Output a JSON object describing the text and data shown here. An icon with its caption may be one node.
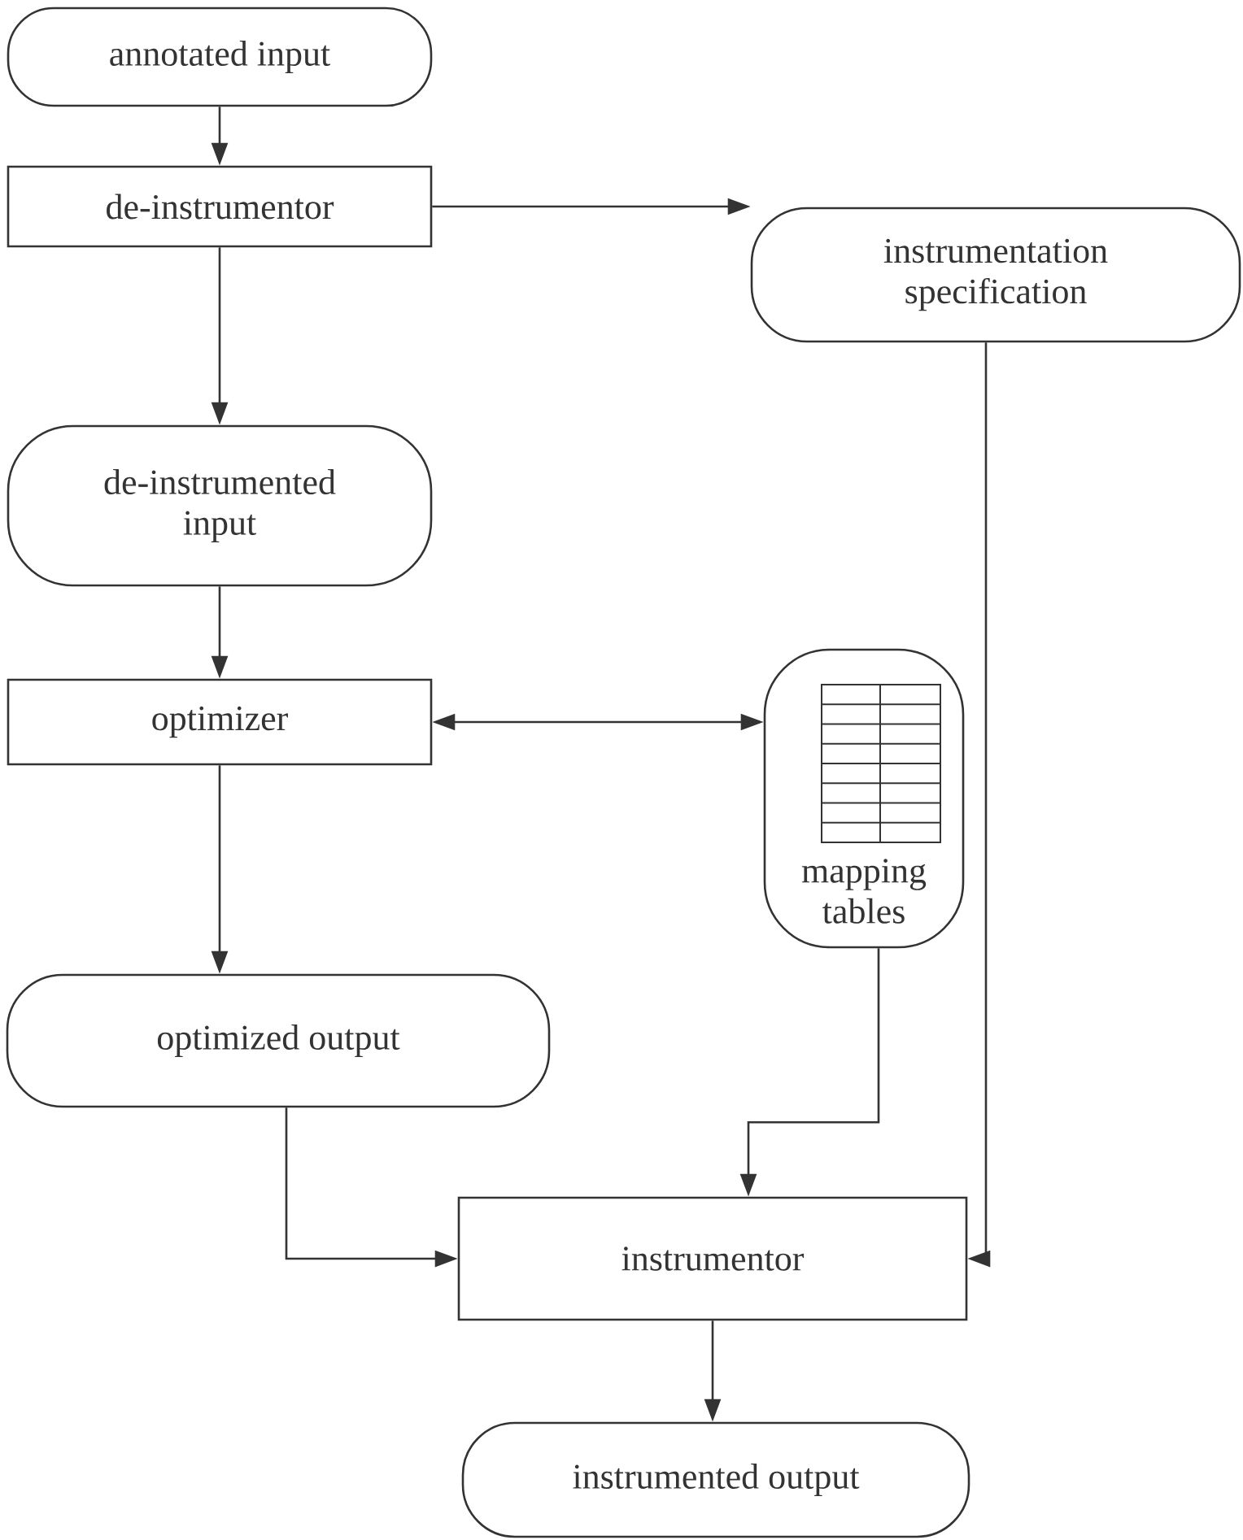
{
  "diagram": {
    "nodes": [
      {
        "text": [
          "annotated input"
        ]
      },
      {
        "text": [
          "de-instrumentor"
        ]
      },
      {
        "text": [
          "instrumentation specification"
        ]
      },
      {
        "text": [
          "de-instrumented input"
        ]
      },
      {
        "text": [
          "optimizer"
        ]
      },
      {
        "text": [
          "mapping tables"
        ]
      },
      {
        "text": [
          "optimized output"
        ]
      },
      {
        "text": [
          "instrumentor"
        ]
      },
      {
        "text": [
          "instrumented output"
        ]
      }
    ],
    "edges": [
      {
        "from": 0,
        "to": 1,
        "arrow": "to"
      },
      {
        "from": 1,
        "to": 2,
        "arrow": "to"
      },
      {
        "from": 1,
        "to": 3,
        "arrow": "to"
      },
      {
        "from": 3,
        "to": 4,
        "arrow": "to"
      },
      {
        "from": 4,
        "to": 5,
        "arrow": "both"
      },
      {
        "from": 4,
        "to": 6,
        "arrow": "to"
      },
      {
        "from": 6,
        "to": 7,
        "arrow": "to"
      },
      {
        "from": 5,
        "to": 7,
        "arrow": "to"
      },
      {
        "from": 2,
        "to": 7,
        "arrow": "to"
      },
      {
        "from": 7,
        "to": 8,
        "arrow": "to"
      }
    ]
  }
}
